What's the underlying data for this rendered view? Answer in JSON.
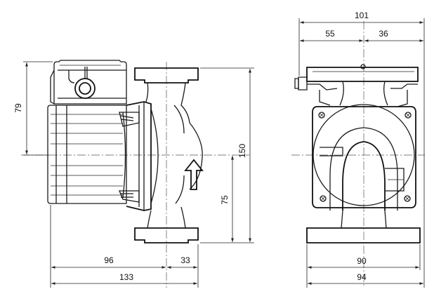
{
  "dimensions": {
    "left_height_79": "79",
    "left_height_150": "150",
    "left_height_75": "75",
    "left_width_96": "96",
    "left_width_33": "33",
    "left_width_133": "133",
    "right_width_101": "101",
    "right_width_55": "55",
    "right_width_36": "36",
    "right_width_90": "90",
    "right_width_94": "94"
  },
  "colors": {
    "line": "#1a1a1a",
    "background": "#ffffff"
  }
}
